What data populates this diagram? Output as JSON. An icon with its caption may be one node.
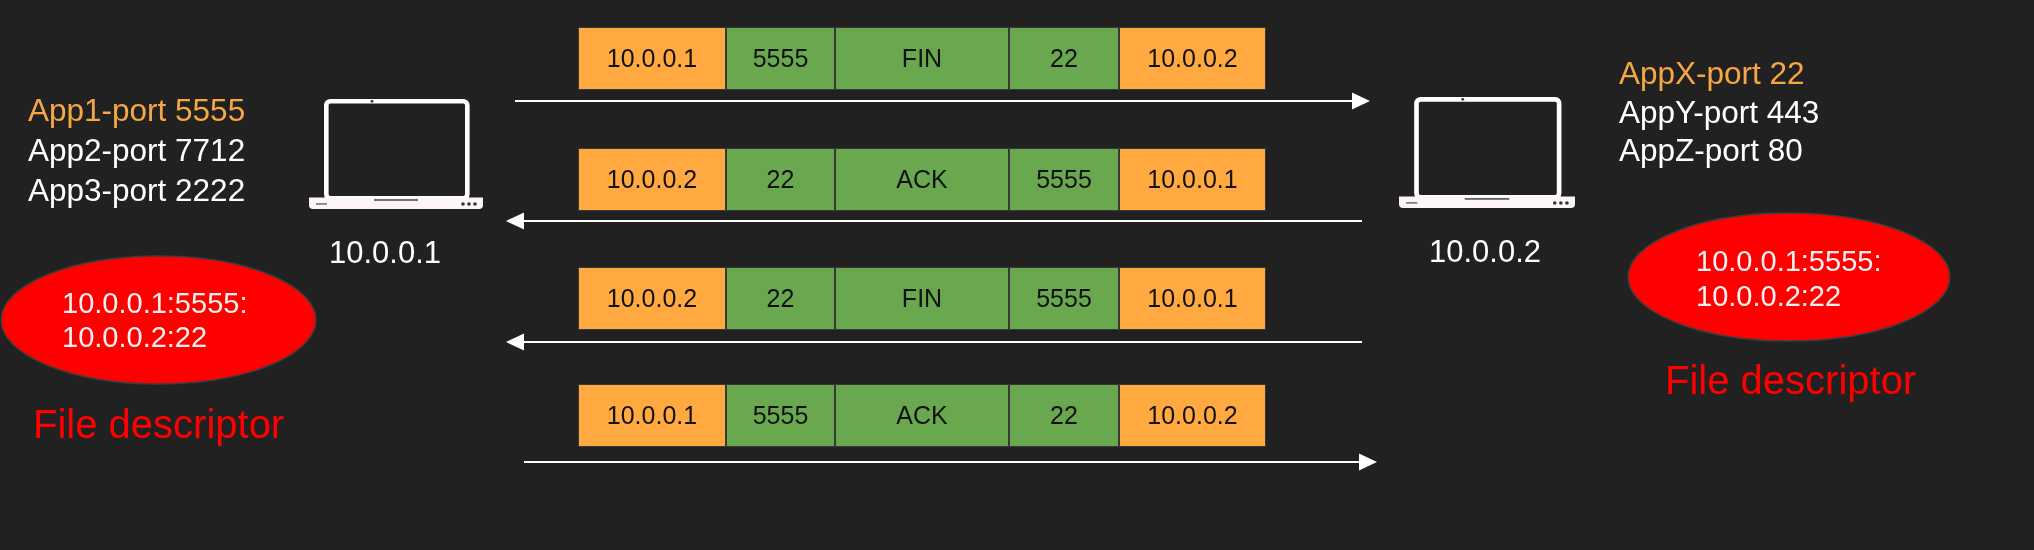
{
  "diagram": {
    "nodes": [
      {
        "text": [],
        "shape": "laptop",
        "beside": [
          "10.0.0.1"
        ]
      },
      {
        "text": [
          "10.0.0.1:5555: 10.0.0.2:22"
        ],
        "beside": [
          "File descriptor"
        ]
      },
      {
        "text": [
          "10.0.0.1"
        ]
      },
      {
        "text": [
          "5555"
        ]
      },
      {
        "text": [
          "FIN"
        ]
      },
      {
        "text": [
          "22"
        ]
      },
      {
        "text": [
          "10.0.0.2"
        ]
      },
      {
        "text": [
          "10.0.0.2"
        ]
      },
      {
        "text": [
          "22"
        ]
      },
      {
        "text": [
          "ACK"
        ]
      },
      {
        "text": [
          "5555"
        ]
      },
      {
        "text": [
          "10.0.0.1"
        ]
      },
      {
        "text": [
          "10.0.0.2"
        ]
      },
      {
        "text": [
          "22"
        ]
      },
      {
        "text": [
          "FIN"
        ]
      },
      {
        "text": [
          "5555"
        ]
      },
      {
        "text": [
          "10.0.0.1"
        ]
      },
      {
        "text": [
          "10.0.0.1"
        ]
      },
      {
        "text": [
          "5555"
        ]
      },
      {
        "text": [
          "ACK"
        ]
      },
      {
        "text": [
          "22"
        ]
      },
      {
        "text": [
          "10.0.0.2"
        ]
      },
      {
        "text": [],
        "shape": "laptop",
        "beside": [
          "10.0.0.2"
        ]
      },
      {
        "text": [
          "10.0.0.1:5555: 10.0.0.2:22"
        ],
        "beside": [
          "File descriptor"
        ]
      }
    ],
    "labels": [
      "App1-port 5555",
      "App2-port 7712",
      "App3-port 2222",
      "AppX-port 22",
      "AppY-port 443",
      "AppZ-port 80"
    ]
  }
}
